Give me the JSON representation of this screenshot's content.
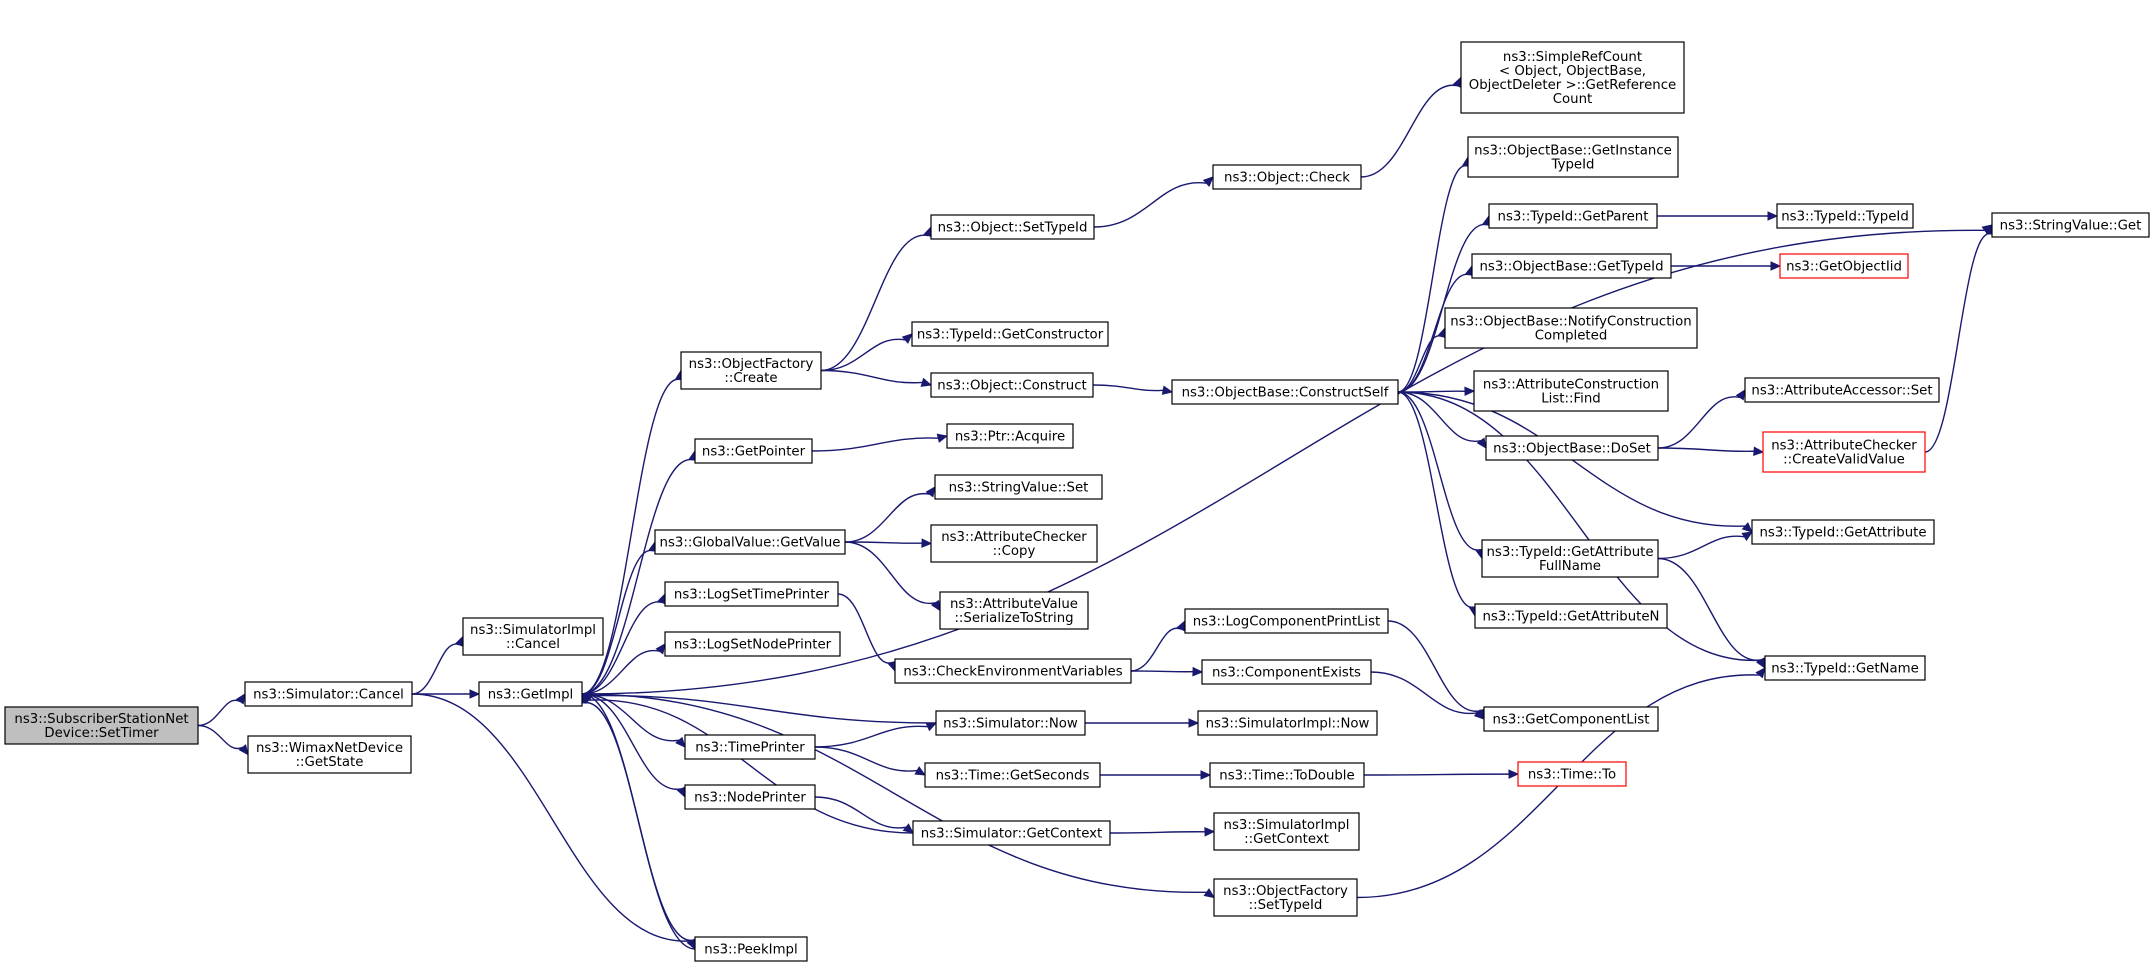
{
  "diagram": {
    "type": "call-graph",
    "colors": {
      "edge": "#191970",
      "root_fill": "#bfbfbf",
      "box_border": "#000000",
      "undocumented_border": "#ff0000"
    },
    "nodes": [
      {
        "id": "n0",
        "lines": [
          "ns3::SubscriberStationNet",
          "Device::SetTimer"
        ],
        "style": "root"
      },
      {
        "id": "n1",
        "lines": [
          "ns3::Simulator::Cancel"
        ]
      },
      {
        "id": "n2",
        "lines": [
          "ns3::WimaxNetDevice",
          "::GetState"
        ]
      },
      {
        "id": "n3",
        "lines": [
          "ns3::SimulatorImpl",
          "::Cancel"
        ]
      },
      {
        "id": "n4",
        "lines": [
          "ns3::GetImpl"
        ]
      },
      {
        "id": "n5",
        "lines": [
          "ns3::PeekImpl"
        ]
      },
      {
        "id": "n6",
        "lines": [
          "ns3::ObjectFactory",
          "::Create"
        ]
      },
      {
        "id": "n7",
        "lines": [
          "ns3::GetPointer"
        ]
      },
      {
        "id": "n8",
        "lines": [
          "ns3::GlobalValue::GetValue"
        ]
      },
      {
        "id": "n9",
        "lines": [
          "ns3::LogSetTimePrinter"
        ]
      },
      {
        "id": "n10",
        "lines": [
          "ns3::LogSetNodePrinter"
        ]
      },
      {
        "id": "n11",
        "lines": [
          "ns3::TimePrinter"
        ]
      },
      {
        "id": "n12",
        "lines": [
          "ns3::NodePrinter"
        ]
      },
      {
        "id": "n13",
        "lines": [
          "ns3::Object::SetTypeId"
        ]
      },
      {
        "id": "n14",
        "lines": [
          "ns3::TypeId::GetConstructor"
        ]
      },
      {
        "id": "n15",
        "lines": [
          "ns3::Object::Construct"
        ]
      },
      {
        "id": "n16",
        "lines": [
          "ns3::Ptr::Acquire"
        ]
      },
      {
        "id": "n17",
        "lines": [
          "ns3::StringValue::Set"
        ]
      },
      {
        "id": "n18",
        "lines": [
          "ns3::AttributeChecker",
          "::Copy"
        ]
      },
      {
        "id": "n19",
        "lines": [
          "ns3::AttributeValue",
          "::SerializeToString"
        ]
      },
      {
        "id": "n20",
        "lines": [
          "ns3::CheckEnvironmentVariables"
        ]
      },
      {
        "id": "n21",
        "lines": [
          "ns3::Simulator::Now"
        ]
      },
      {
        "id": "n22",
        "lines": [
          "ns3::Time::GetSeconds"
        ]
      },
      {
        "id": "n23",
        "lines": [
          "ns3::Simulator::GetContext"
        ]
      },
      {
        "id": "n24",
        "lines": [
          "ns3::Object::Check"
        ]
      },
      {
        "id": "n25",
        "lines": [
          "ns3::ObjectBase::ConstructSelf"
        ]
      },
      {
        "id": "n26",
        "lines": [
          "ns3::LogComponentPrintList"
        ]
      },
      {
        "id": "n27",
        "lines": [
          "ns3::ComponentExists"
        ]
      },
      {
        "id": "n28",
        "lines": [
          "ns3::SimulatorImpl::Now"
        ]
      },
      {
        "id": "n29",
        "lines": [
          "ns3::Time::ToDouble"
        ]
      },
      {
        "id": "n30",
        "lines": [
          "ns3::SimulatorImpl",
          "::GetContext"
        ]
      },
      {
        "id": "n31",
        "lines": [
          "ns3::ObjectFactory",
          "::SetTypeId"
        ]
      },
      {
        "id": "n32",
        "lines": [
          "ns3::SimpleRefCount",
          "< Object, ObjectBase,",
          " ObjectDeleter >::GetReference",
          "Count"
        ]
      },
      {
        "id": "n33",
        "lines": [
          "ns3::ObjectBase::GetInstance",
          "TypeId"
        ]
      },
      {
        "id": "n34",
        "lines": [
          "ns3::TypeId::GetParent"
        ]
      },
      {
        "id": "n35",
        "lines": [
          "ns3::ObjectBase::GetTypeId"
        ]
      },
      {
        "id": "n36",
        "lines": [
          "ns3::ObjectBase::NotifyConstruction",
          "Completed"
        ]
      },
      {
        "id": "n37",
        "lines": [
          "ns3::AttributeConstruction",
          "List::Find"
        ]
      },
      {
        "id": "n38",
        "lines": [
          "ns3::ObjectBase::DoSet"
        ]
      },
      {
        "id": "n39",
        "lines": [
          "ns3::TypeId::GetAttribute",
          "FullName"
        ]
      },
      {
        "id": "n40",
        "lines": [
          "ns3::TypeId::GetAttributeN"
        ]
      },
      {
        "id": "n41",
        "lines": [
          "ns3::GetComponentList"
        ]
      },
      {
        "id": "n42",
        "lines": [
          "ns3::Time::To"
        ],
        "style": "red"
      },
      {
        "id": "n43",
        "lines": [
          "ns3::TypeId::TypeId"
        ]
      },
      {
        "id": "n44",
        "lines": [
          "ns3::GetObjectIid"
        ],
        "style": "red"
      },
      {
        "id": "n45",
        "lines": [
          "ns3::AttributeAccessor::Set"
        ]
      },
      {
        "id": "n46",
        "lines": [
          "ns3::AttributeChecker",
          "::CreateValidValue"
        ],
        "style": "red"
      },
      {
        "id": "n47",
        "lines": [
          "ns3::TypeId::GetAttribute"
        ]
      },
      {
        "id": "n48",
        "lines": [
          "ns3::TypeId::GetName"
        ]
      },
      {
        "id": "n49",
        "lines": [
          "ns3::StringValue::Get"
        ]
      }
    ],
    "edges": [
      [
        "n0",
        "n1"
      ],
      [
        "n0",
        "n2"
      ],
      [
        "n1",
        "n3"
      ],
      [
        "n1",
        "n4"
      ],
      [
        "n1",
        "n5"
      ],
      [
        "n4",
        "n5"
      ],
      [
        "n4",
        "n6"
      ],
      [
        "n4",
        "n7"
      ],
      [
        "n4",
        "n8"
      ],
      [
        "n4",
        "n9"
      ],
      [
        "n4",
        "n10"
      ],
      [
        "n4",
        "n11"
      ],
      [
        "n4",
        "n12"
      ],
      [
        "n4",
        "n31"
      ],
      [
        "n4",
        "n49"
      ],
      [
        "n5",
        "n4"
      ],
      [
        "n6",
        "n13"
      ],
      [
        "n6",
        "n14"
      ],
      [
        "n6",
        "n15"
      ],
      [
        "n7",
        "n16"
      ],
      [
        "n8",
        "n17"
      ],
      [
        "n8",
        "n18"
      ],
      [
        "n8",
        "n19"
      ],
      [
        "n9",
        "n20"
      ],
      [
        "n11",
        "n21"
      ],
      [
        "n11",
        "n22"
      ],
      [
        "n12",
        "n23"
      ],
      [
        "n13",
        "n24"
      ],
      [
        "n15",
        "n25"
      ],
      [
        "n20",
        "n26"
      ],
      [
        "n20",
        "n27"
      ],
      [
        "n21",
        "n4"
      ],
      [
        "n21",
        "n28"
      ],
      [
        "n22",
        "n29"
      ],
      [
        "n23",
        "n4"
      ],
      [
        "n23",
        "n30"
      ],
      [
        "n24",
        "n32"
      ],
      [
        "n25",
        "n33"
      ],
      [
        "n25",
        "n34"
      ],
      [
        "n25",
        "n35"
      ],
      [
        "n25",
        "n36"
      ],
      [
        "n25",
        "n37"
      ],
      [
        "n25",
        "n38"
      ],
      [
        "n25",
        "n39"
      ],
      [
        "n25",
        "n40"
      ],
      [
        "n25",
        "n47"
      ],
      [
        "n25",
        "n48"
      ],
      [
        "n26",
        "n41"
      ],
      [
        "n27",
        "n41"
      ],
      [
        "n29",
        "n42"
      ],
      [
        "n31",
        "n48"
      ],
      [
        "n34",
        "n43"
      ],
      [
        "n35",
        "n44"
      ],
      [
        "n38",
        "n45"
      ],
      [
        "n38",
        "n46"
      ],
      [
        "n39",
        "n47"
      ],
      [
        "n39",
        "n48"
      ],
      [
        "n46",
        "n49"
      ]
    ]
  }
}
